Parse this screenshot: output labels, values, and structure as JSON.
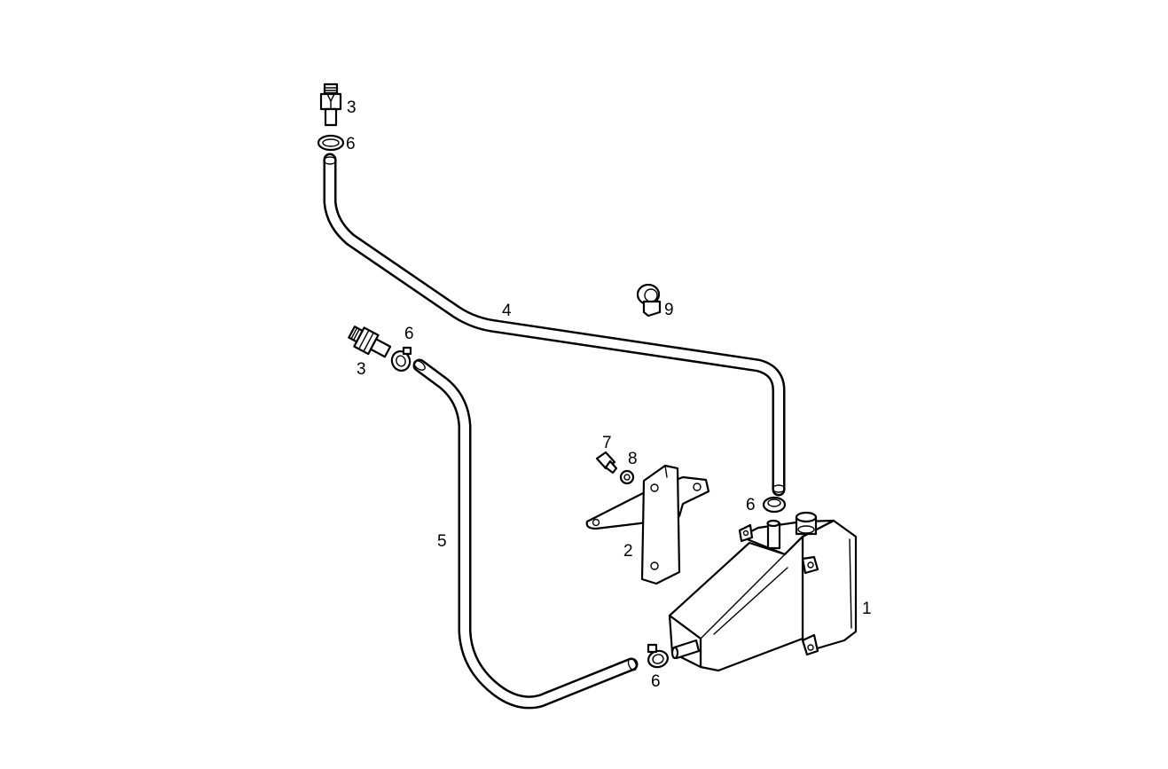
{
  "callouts": {
    "tank": "1",
    "bracket": "2",
    "sensor_top": "3",
    "sensor_left": "3",
    "upper_hose": "4",
    "lower_hose": "5",
    "clamp_top": "6",
    "clamp_left": "6",
    "clamp_tank": "6",
    "clamp_bottom": "6",
    "bolt": "7",
    "washer": "8",
    "grommet": "9"
  }
}
